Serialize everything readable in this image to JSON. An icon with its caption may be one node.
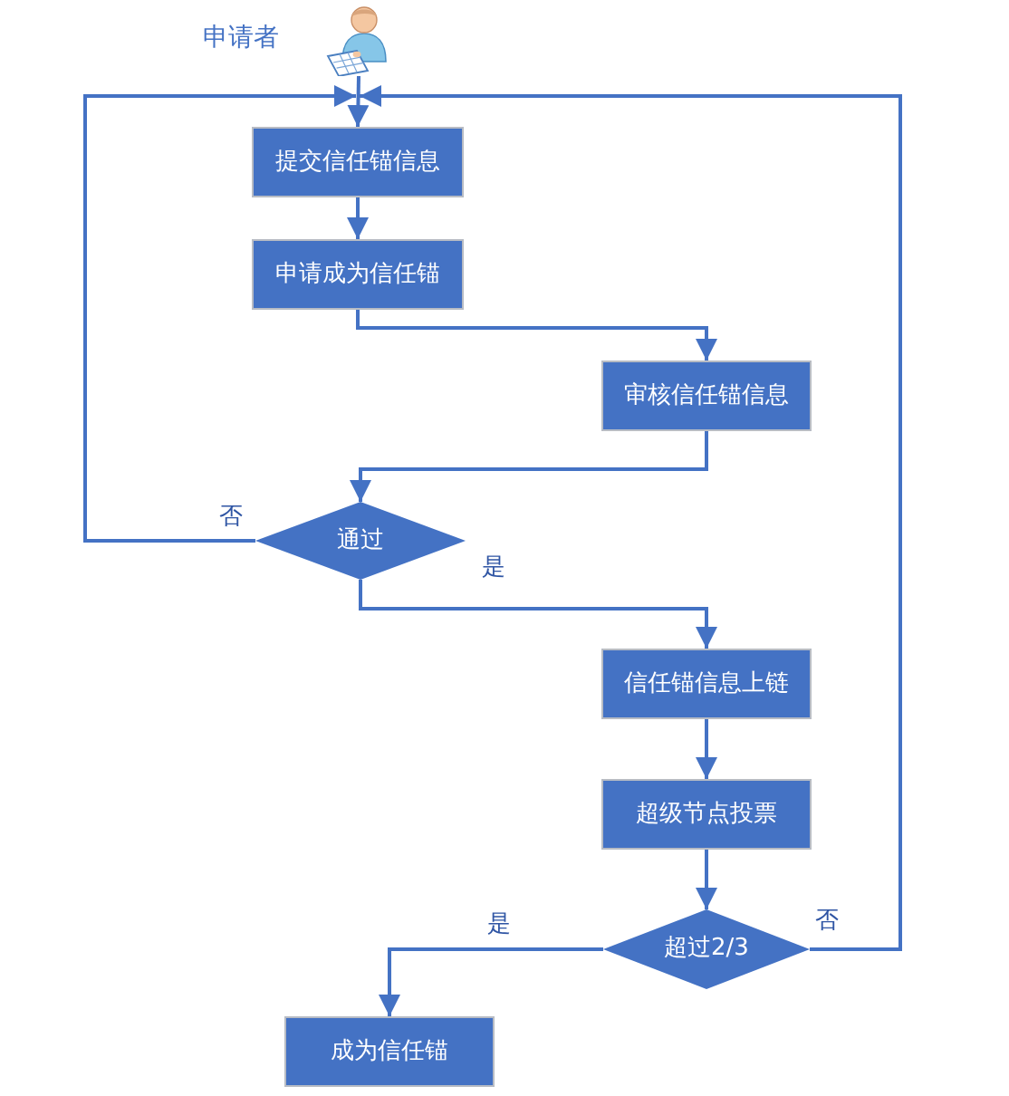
{
  "diagram": {
    "nodes": [
      {
        "text": [],
        "shape": "person",
        "beside": [
          "申请者"
        ]
      },
      {
        "text": [
          "提交信任锚信息"
        ]
      },
      {
        "text": [
          "申请成为信任锚"
        ]
      },
      {
        "text": [
          "审核信任锚信息"
        ]
      },
      {
        "text": [
          "通过"
        ]
      },
      {
        "text": [
          "信任锚信息上链"
        ]
      },
      {
        "text": [
          "超级节点投票"
        ]
      },
      {
        "text": [
          "超过2/3"
        ]
      },
      {
        "text": [
          "成为信任锚"
        ]
      }
    ],
    "edges": [
      {
        "from": 0,
        "to": 1,
        "arrow": "to"
      },
      {
        "from": 1,
        "to": 2,
        "arrow": "to"
      },
      {
        "from": 2,
        "to": 3,
        "arrow": "to"
      },
      {
        "from": 3,
        "to": 4,
        "arrow": "to"
      },
      {
        "from": 4,
        "to": 1,
        "arrow": "to",
        "label": "否"
      },
      {
        "from": 4,
        "to": 5,
        "arrow": "to",
        "label": "是"
      },
      {
        "from": 5,
        "to": 6,
        "arrow": "to"
      },
      {
        "from": 6,
        "to": 7,
        "arrow": "to"
      },
      {
        "from": 7,
        "to": 8,
        "arrow": "to",
        "label": "是"
      },
      {
        "from": 7,
        "to": 1,
        "arrow": "to",
        "label": "否"
      }
    ]
  }
}
